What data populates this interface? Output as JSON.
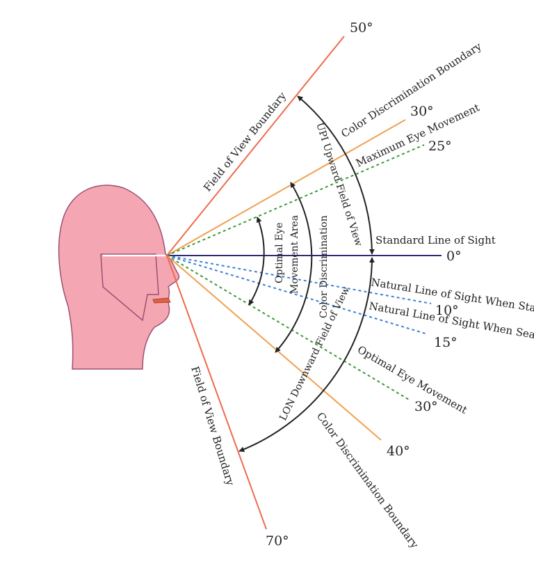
{
  "colors": {
    "head_fill": "#f4a7b3",
    "head_stroke": "#9c4f72",
    "fov_line": "#ee6a4c",
    "color_line": "#f0a050",
    "eye_move_line": "#3a9a3a",
    "natural_line": "#3a80d8",
    "standard_line": "#2e2a78",
    "arc": "#222222"
  },
  "degrees": {
    "up_50": "50°",
    "up_30": "30°",
    "up_25": "25°",
    "zero": "0°",
    "down_10": "10°",
    "down_15": "15°",
    "down_30": "30°",
    "down_40": "40°",
    "down_70": "70°"
  },
  "labels": {
    "fov_boundary_upper": "Field of View Boundary",
    "fov_boundary_lower": "Field of View Boundary",
    "color_boundary_upper": "Color Discrimination Boundary",
    "color_boundary_lower": "Color Discrimination Boundary",
    "max_eye_movement": "Maximum Eye Movement",
    "standard_line": "Standard Line of Sight",
    "natural_standing": "Natural Line of Sight When Standing",
    "natural_seated": "Natural Line of Sight When Seated",
    "optimal_eye_movement": "Optimal Eye Movement",
    "upward_fov": "UPI Upward Field of View",
    "downward_fov": "LON Downward Field of View",
    "color_discrimination": "Color Discrimination",
    "optimal_area_1": "Optimal Eye",
    "optimal_area_2": "Movement Area"
  }
}
